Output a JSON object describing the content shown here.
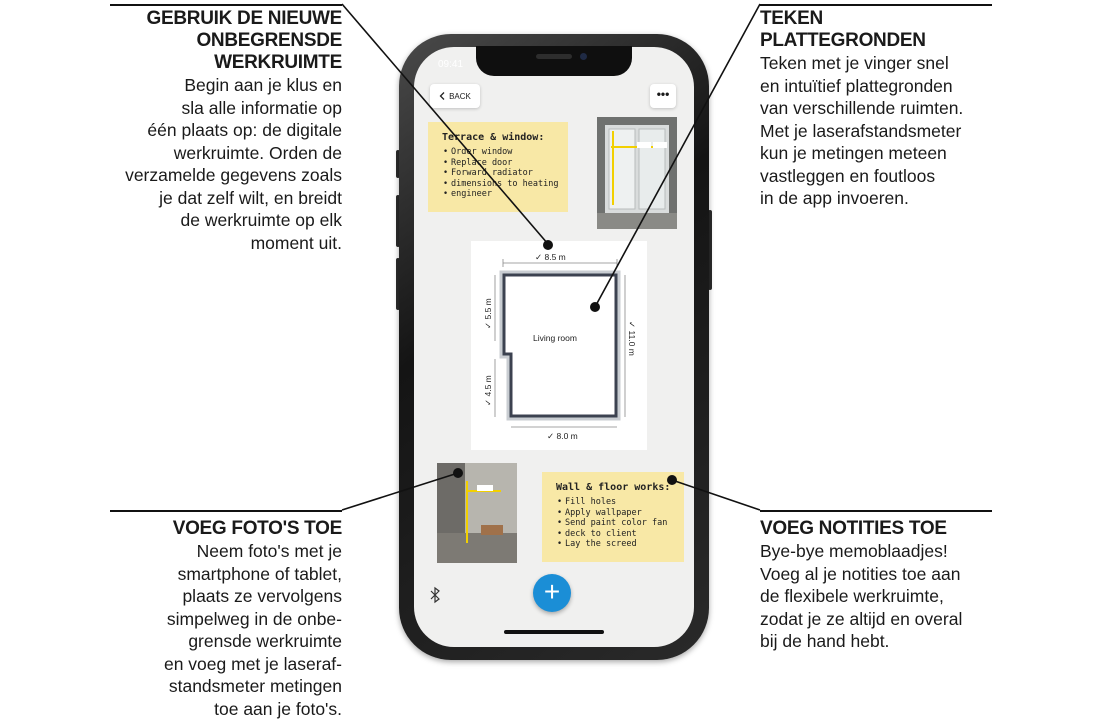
{
  "callouts": {
    "workspace": {
      "title_line1": "GEBRUIK DE NIEUWE",
      "title_line2": "ONBEGRENSDE",
      "title_line3": "WERKRUIMTE",
      "body": [
        "Begin aan je klus en",
        "sla alle informatie op",
        "één plaats op: de digitale",
        "werkruimte. Orden de",
        "verzamelde gegevens zoals",
        "je dat zelf wilt, en breidt",
        "de werkruimte op elk",
        "moment uit."
      ]
    },
    "plans": {
      "title_line1": "TEKEN",
      "title_line2": "PLATTEGRONDEN",
      "body": [
        "Teken met je vinger snel",
        "en intuïtief plattegronden",
        "van verschillende ruimten.",
        "Met je laserafstandsmeter",
        "kun je metingen meteen",
        "vastleggen en foutloos",
        "in de app invoeren."
      ]
    },
    "photos": {
      "title": "VOEG FOTO'S TOE",
      "body": [
        "Neem foto's met je",
        "smartphone of tablet,",
        "plaats ze vervolgens",
        "simpelweg in de onbe-",
        "grensde werkruimte",
        "en voeg met je laseraf-",
        "standsmeter metingen",
        "toe aan je foto's."
      ]
    },
    "notes": {
      "title": "VOEG NOTITIES TOE",
      "body": [
        "Bye-bye memoblaadjes!",
        "Voeg al je notities toe aan",
        "de flexibele werkruimte,",
        "zodat je ze altijd en overal",
        "bij de hand hebt."
      ]
    }
  },
  "app": {
    "status_time": "09:41",
    "back_label": "BACK",
    "more_label": "•••",
    "note_terrace": {
      "title": "Terrace & window:",
      "items": [
        "Order window",
        "Replace door",
        "Forward radiator",
        "dimensions to heating",
        "engineer"
      ]
    },
    "note_wall": {
      "title": "Wall & floor works:",
      "items": [
        "Fill holes",
        "Apply wallpaper",
        "Send paint color fan",
        "deck to client",
        "Lay the screed"
      ]
    },
    "floorplan": {
      "room_label": "Living room",
      "dim_top": "✓ 8.5 m",
      "dim_bottom": "✓ 8.0 m",
      "dim_left_upper": "✓ 5.5 m",
      "dim_left_lower": "✓ 4.5 m",
      "dim_right": "✓ 11.0 m"
    },
    "fab_label": "+",
    "icons": {
      "back": "chevron-left-icon",
      "bluetooth": "bluetooth-icon",
      "add": "plus-icon"
    }
  },
  "colors": {
    "note_yellow": "#f8e8a6",
    "fab_blue": "#1b8ed6",
    "wall_dark": "#3c4250"
  }
}
